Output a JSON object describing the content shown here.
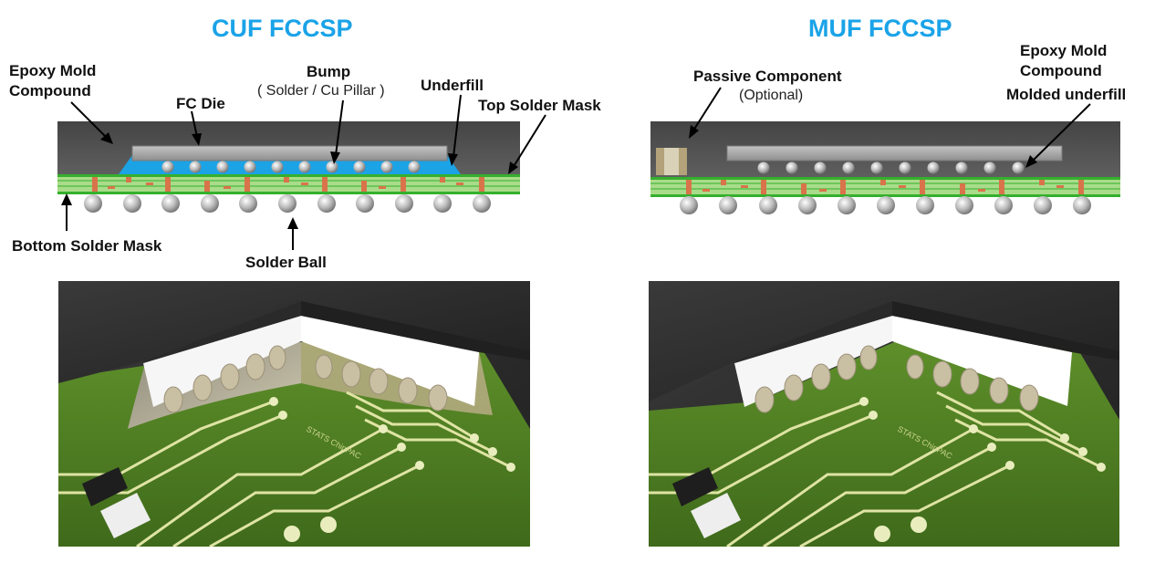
{
  "colors": {
    "title": "#1aa3e8",
    "mold": "#5a5a5a",
    "underfill": "#1ca3e6",
    "die": "#a9a9a9",
    "substrate": "#a9dc8a",
    "solder_mask": "#35b02d",
    "copper": "#d9734a",
    "pcb": "#4d7a22",
    "trace": "#dfe4a4"
  },
  "left": {
    "title": "CUF FCCSP",
    "labels": {
      "epoxy_mold_1": "Epoxy Mold",
      "epoxy_mold_2": "Compound",
      "fc_die": "FC Die",
      "bump": "Bump",
      "bump_sub": "( Solder  / Cu Pillar )",
      "underfill": "Underfill",
      "top_solder_mask": "Top Solder Mask",
      "bottom_solder_mask": "Bottom Solder Mask",
      "solder_ball": "Solder Ball"
    },
    "photo_watermark": "STATS ChipPAC"
  },
  "right": {
    "title": "MUF FCCSP",
    "labels": {
      "passive_component": "Passive Component",
      "passive_sub": "(Optional)",
      "epoxy_mold_1": "Epoxy Mold",
      "epoxy_mold_2": "Compound",
      "molded_underfill": "Molded underfill"
    },
    "photo_watermark": "STATS ChipPAC"
  }
}
